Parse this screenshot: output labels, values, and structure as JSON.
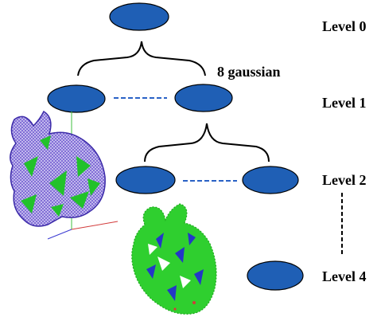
{
  "levels": [
    {
      "label": "Level 0"
    },
    {
      "label": "Level 1"
    },
    {
      "label": "Level 2"
    },
    {
      "label": "Level 4"
    }
  ],
  "branch_annotation": "8 gaussian",
  "colors": {
    "node_fill": "#1f5fb5",
    "node_stroke": "#000000",
    "dash_link": "#2a62c6",
    "bunny_wire": "#5a3fc8",
    "bunny_patch": "#22c22a",
    "bunny_points": "#1ea81e"
  },
  "icons": [
    "bunny-mesh-icon",
    "bunny-gaussian-icon",
    "axes-icon"
  ]
}
